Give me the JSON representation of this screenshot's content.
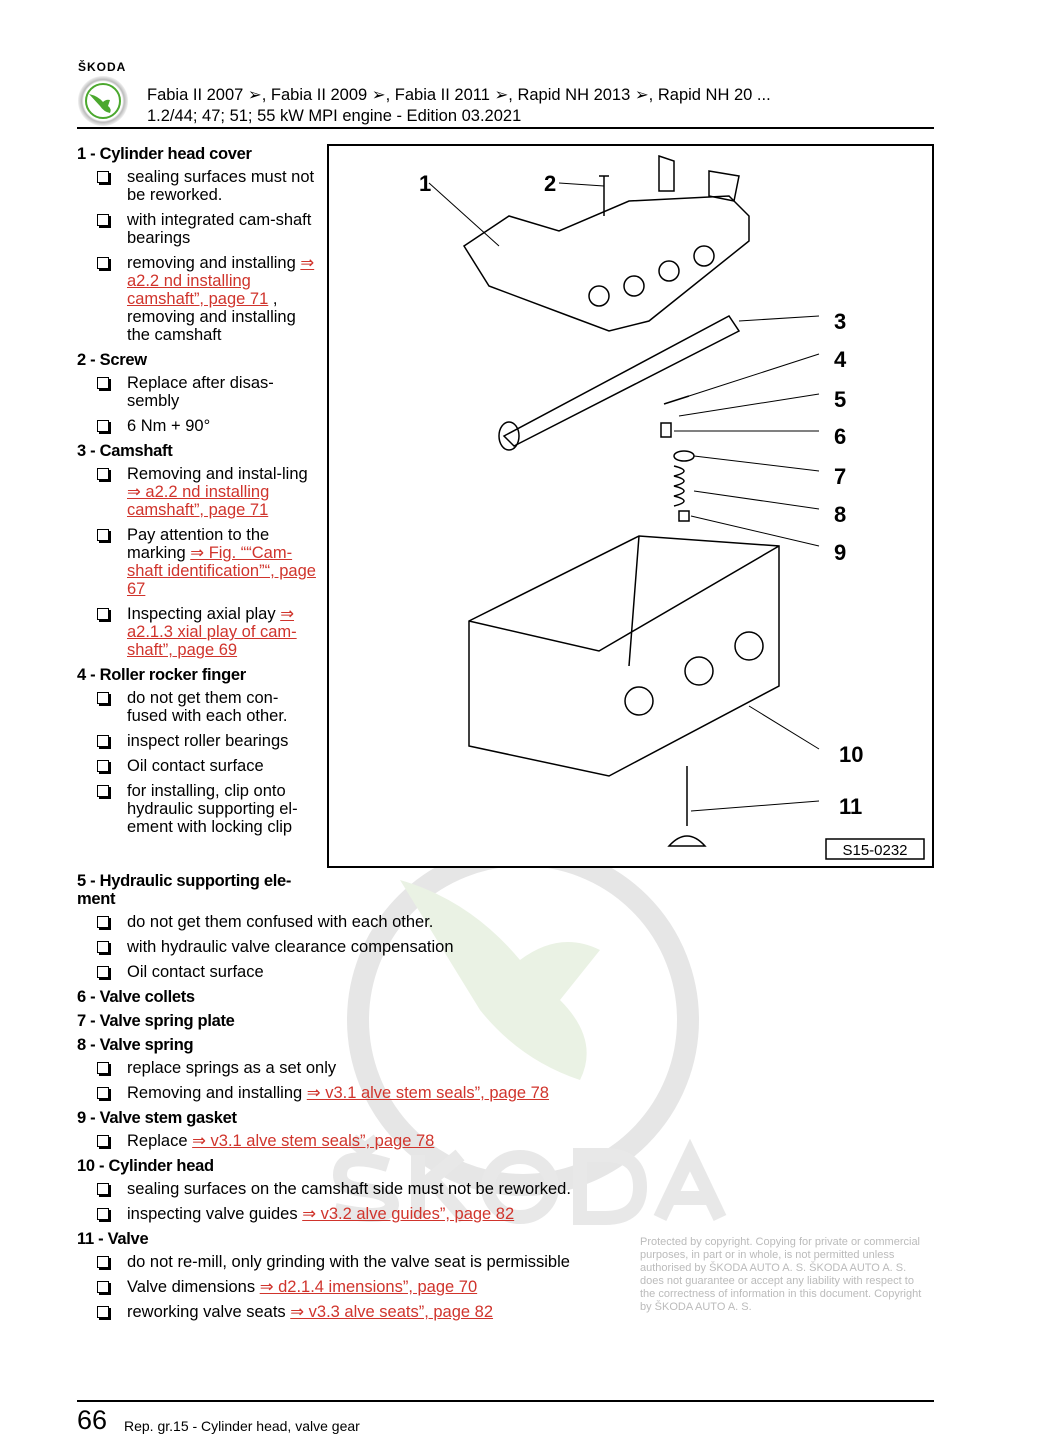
{
  "header": {
    "brand": "ŠKODA",
    "line1": "Fabia II 2007 ➢, Fabia II 2009 ➢, Fabia II 2011 ➢, Rapid NH 2013 ➢, Rapid NH 20 ...",
    "line2": "1.2/44; 47; 51; 55 kW MPI engine - Edition 03.2021"
  },
  "figure": {
    "callouts": [
      "1",
      "2",
      "3",
      "4",
      "5",
      "6",
      "7",
      "8",
      "9",
      "10",
      "11"
    ],
    "code": "S15-0232"
  },
  "items_top": [
    {
      "title": "1 - Cylinder head cover",
      "bullets": [
        [
          {
            "t": "sealing surfaces must not be reworked."
          }
        ],
        [
          {
            "t": "with integrated cam-shaft bearings"
          }
        ],
        [
          {
            "t": "removing and installing "
          },
          {
            "l": "⇒ a2.2 nd installing camshaft”, page 71"
          },
          {
            "t": " , removing and installing the camshaft"
          }
        ]
      ]
    },
    {
      "title": "2 - Screw",
      "bullets": [
        [
          {
            "t": "Replace after disas-sembly"
          }
        ],
        [
          {
            "t": "6 Nm + 90°"
          }
        ]
      ]
    },
    {
      "title": "3 - Camshaft",
      "bullets": [
        [
          {
            "t": "Removing and instal-ling "
          },
          {
            "l": "⇒ a2.2 nd installing camshaft”, page 71"
          }
        ],
        [
          {
            "t": "Pay attention to the marking "
          },
          {
            "l": "⇒ Fig. ““Cam-shaft identification”“, page 67"
          }
        ],
        [
          {
            "t": "Inspecting axial play "
          },
          {
            "l": "⇒ a2.1.3 xial play of cam-shaft”, page 69"
          }
        ]
      ]
    },
    {
      "title": "4 - Roller rocker finger",
      "bullets": [
        [
          {
            "t": "do not get them con-fused with each other."
          }
        ],
        [
          {
            "t": "inspect roller bearings"
          }
        ],
        [
          {
            "t": "Oil contact surface"
          }
        ],
        [
          {
            "t": "for installing, clip onto hydraulic supporting el-ement with locking clip"
          }
        ]
      ]
    }
  ],
  "items_bottom": [
    {
      "title": "5 - Hydraulic supporting ele-ment",
      "bullets": [
        [
          {
            "t": "do not get them confused with each other."
          }
        ],
        [
          {
            "t": "with hydraulic valve clearance compensation"
          }
        ],
        [
          {
            "t": "Oil contact surface"
          }
        ]
      ]
    },
    {
      "title": "6 - Valve collets",
      "bullets": []
    },
    {
      "title": "7 - Valve spring plate",
      "bullets": []
    },
    {
      "title": "8 - Valve spring",
      "bullets": [
        [
          {
            "t": "replace springs as a set only"
          }
        ],
        [
          {
            "t": "Removing and installing "
          },
          {
            "l": "⇒ v3.1 alve stem seals”, page 78"
          }
        ]
      ]
    },
    {
      "title": "9 - Valve stem gasket",
      "bullets": [
        [
          {
            "t": "Replace "
          },
          {
            "l": "⇒ v3.1 alve stem seals”, page 78"
          }
        ]
      ]
    },
    {
      "title": "10 - Cylinder head",
      "bullets": [
        [
          {
            "t": "sealing surfaces on the camshaft side must not be reworked."
          }
        ],
        [
          {
            "t": "inspecting valve guides "
          },
          {
            "l": "⇒ v3.2 alve guides”, page 82"
          }
        ]
      ]
    },
    {
      "title": "11 - Valve",
      "bullets": [
        [
          {
            "t": "do not re-mill, only grinding with the valve seat is permissible"
          }
        ],
        [
          {
            "t": "Valve dimensions "
          },
          {
            "l": "⇒ d2.1.4 imensions”, page 70"
          }
        ],
        [
          {
            "t": "reworking valve seats "
          },
          {
            "l": "⇒ v3.3 alve seats”, page 82"
          }
        ]
      ]
    }
  ],
  "watermark": {
    "logo_text": "ŠKODA",
    "notice": "Protected by copyright. Copying for private or commercial purposes, in part or in whole, is not permitted unless authorised by ŠKODA AUTO A. S. ŠKODA AUTO A. S. does not guarantee or accept any liability with respect to the correctness of information in this document. Copyright by ŠKODA AUTO A. S."
  },
  "footer": {
    "page": "66",
    "section": "Rep. gr.15 - Cylinder head, valve gear"
  },
  "colors": {
    "link": "#d0342c",
    "logo_green": "#4ba82e"
  }
}
